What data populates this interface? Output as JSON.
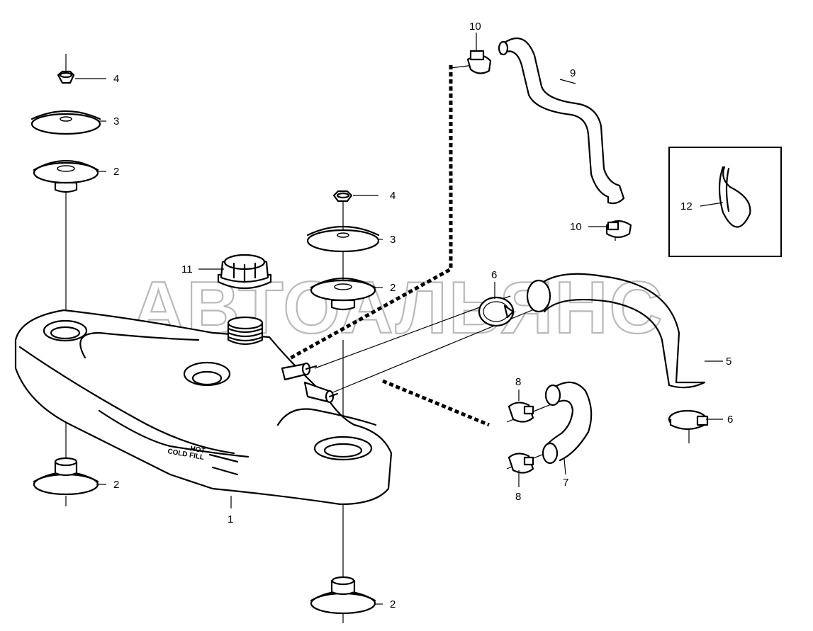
{
  "watermark": "АВТОАЛЬЯНС",
  "tank_markings": {
    "hot": "HOT",
    "cold": "COLD FILL"
  },
  "callouts": [
    {
      "id": "c4a",
      "number": "4"
    },
    {
      "id": "c3a",
      "number": "3"
    },
    {
      "id": "c2a",
      "number": "2"
    },
    {
      "id": "c2b",
      "number": "2"
    },
    {
      "id": "c1",
      "number": "1"
    },
    {
      "id": "c4b",
      "number": "4"
    },
    {
      "id": "c3b",
      "number": "3"
    },
    {
      "id": "c2c",
      "number": "2"
    },
    {
      "id": "c11",
      "number": "11"
    },
    {
      "id": "c2d",
      "number": "2"
    },
    {
      "id": "c10a",
      "number": "10"
    },
    {
      "id": "c9",
      "number": "9"
    },
    {
      "id": "c10b",
      "number": "10"
    },
    {
      "id": "c12",
      "number": "12"
    },
    {
      "id": "c6a",
      "number": "6"
    },
    {
      "id": "c5",
      "number": "5"
    },
    {
      "id": "c6b",
      "number": "6"
    },
    {
      "id": "c8a",
      "number": "8"
    },
    {
      "id": "c8b",
      "number": "8"
    },
    {
      "id": "c7",
      "number": "7"
    }
  ]
}
